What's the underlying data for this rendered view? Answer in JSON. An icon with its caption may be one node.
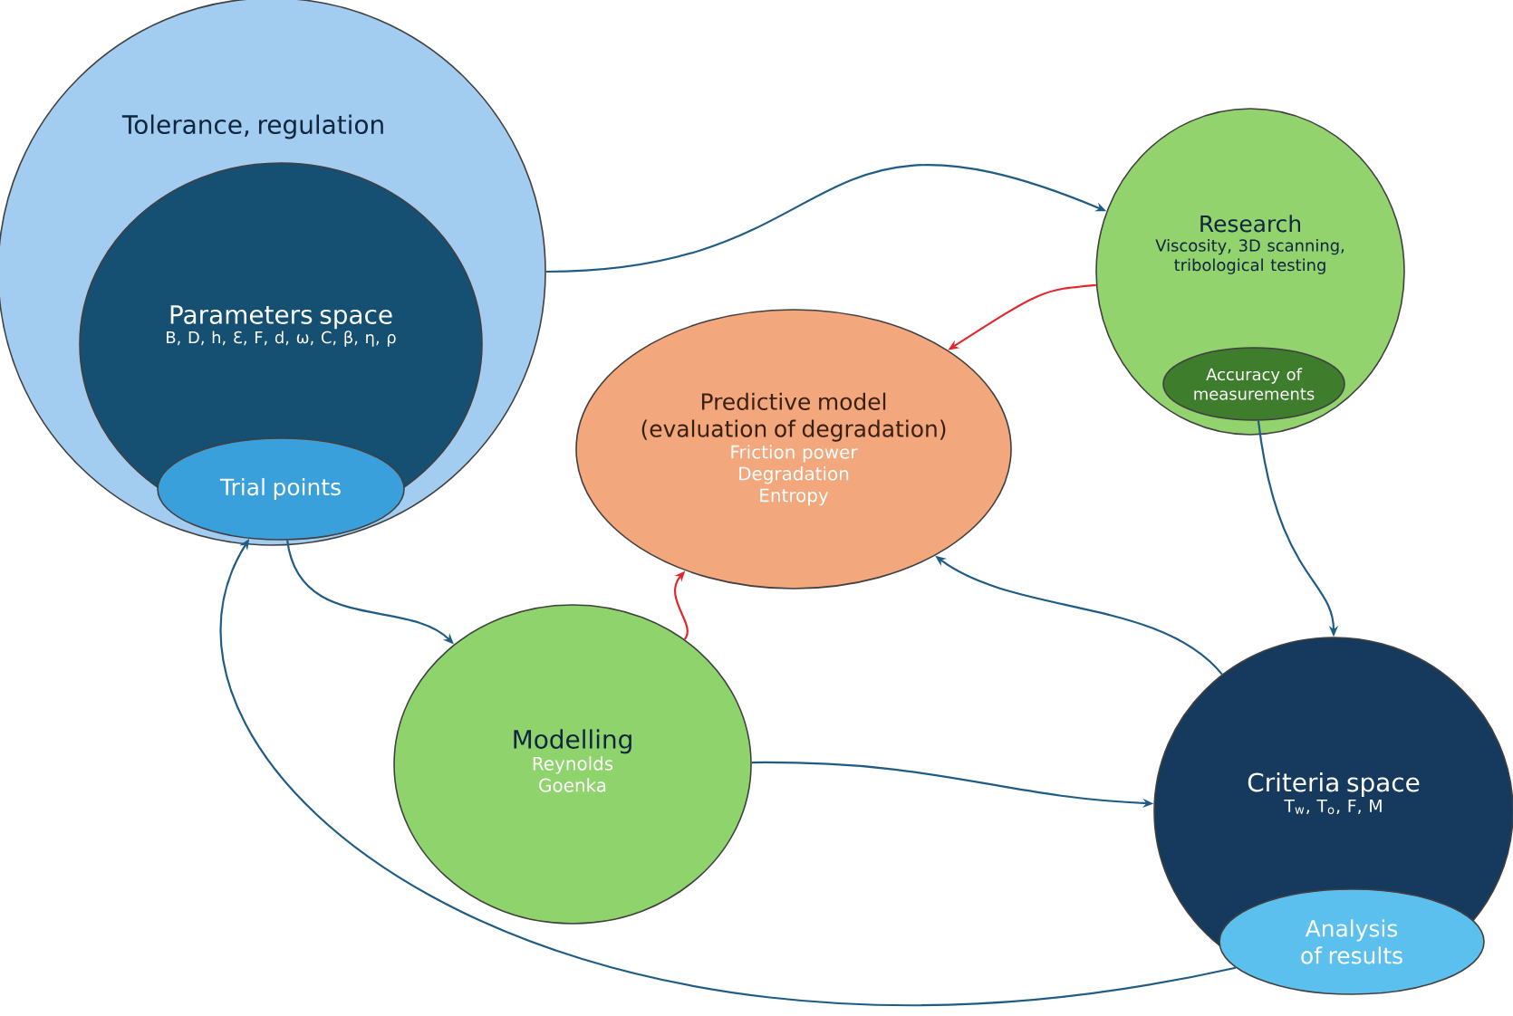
{
  "diagram": {
    "nodes": [
      {
        "text": [
          "Tolerance, regulation"
        ]
      },
      {
        "text": [
          "Parameters space",
          "B, D, h, Ɛ, F, d, ω, C, β, η, ρ"
        ],
        "in": 0
      },
      {
        "text": [
          "Trial points"
        ],
        "in": 1
      },
      {
        "text": [
          "Research",
          "Viscosity, 3D scanning, tribological testing"
        ]
      },
      {
        "text": [
          "Accuracy of measurements"
        ],
        "in": 3
      },
      {
        "text": [
          "Predictive model (evaluation of degradation)",
          "Friction power",
          "Degradation",
          "Entropy"
        ]
      },
      {
        "text": [
          "Modelling",
          "Reynolds",
          "Goenka"
        ]
      },
      {
        "text": [
          "Criteria space",
          "T$_{w}$, T$_{o}$, F, M"
        ]
      },
      {
        "text": [
          "Analysis of results"
        ],
        "in": 7
      }
    ],
    "edges": [
      {
        "from": 0,
        "to": 3,
        "arrow": "to"
      },
      {
        "from": 4,
        "to": 7,
        "arrow": "to"
      },
      {
        "from": 3,
        "to": 5,
        "arrow": "to",
        "color": "#e3262b"
      },
      {
        "from": 6,
        "to": 5,
        "arrow": "to",
        "color": "#e3262b"
      },
      {
        "from": 2,
        "to": 6,
        "arrow": "to"
      },
      {
        "from": 6,
        "to": 7,
        "arrow": "to"
      },
      {
        "from": 7,
        "to": 5,
        "arrow": "to"
      },
      {
        "from": 8,
        "to": 2,
        "arrow": "to"
      }
    ]
  }
}
